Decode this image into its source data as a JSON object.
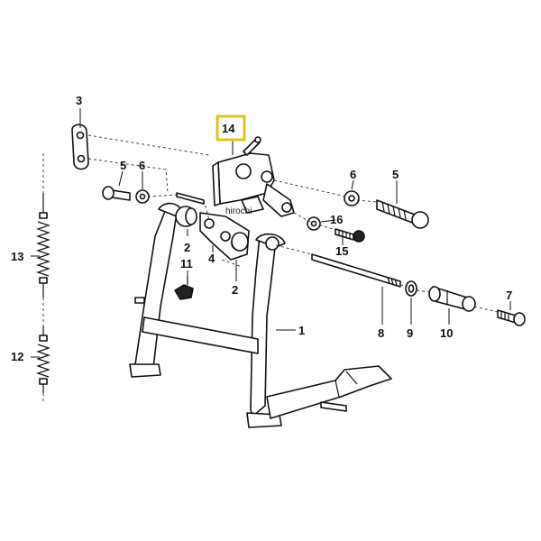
{
  "callouts": {
    "c1": "1",
    "c2a": "2",
    "c2b": "2",
    "c3": "3",
    "c4": "4",
    "c5a": "5",
    "c5b": "5",
    "c6a": "6",
    "c6b": "6",
    "c7": "7",
    "c8": "8",
    "c9": "9",
    "c10": "10",
    "c11": "11",
    "c12": "12",
    "c13": "13",
    "c14": "14",
    "c15": "15",
    "c16": "16"
  },
  "highlight": {
    "label": "14",
    "color": "#e4c31d"
  },
  "watermark": "hirochi"
}
